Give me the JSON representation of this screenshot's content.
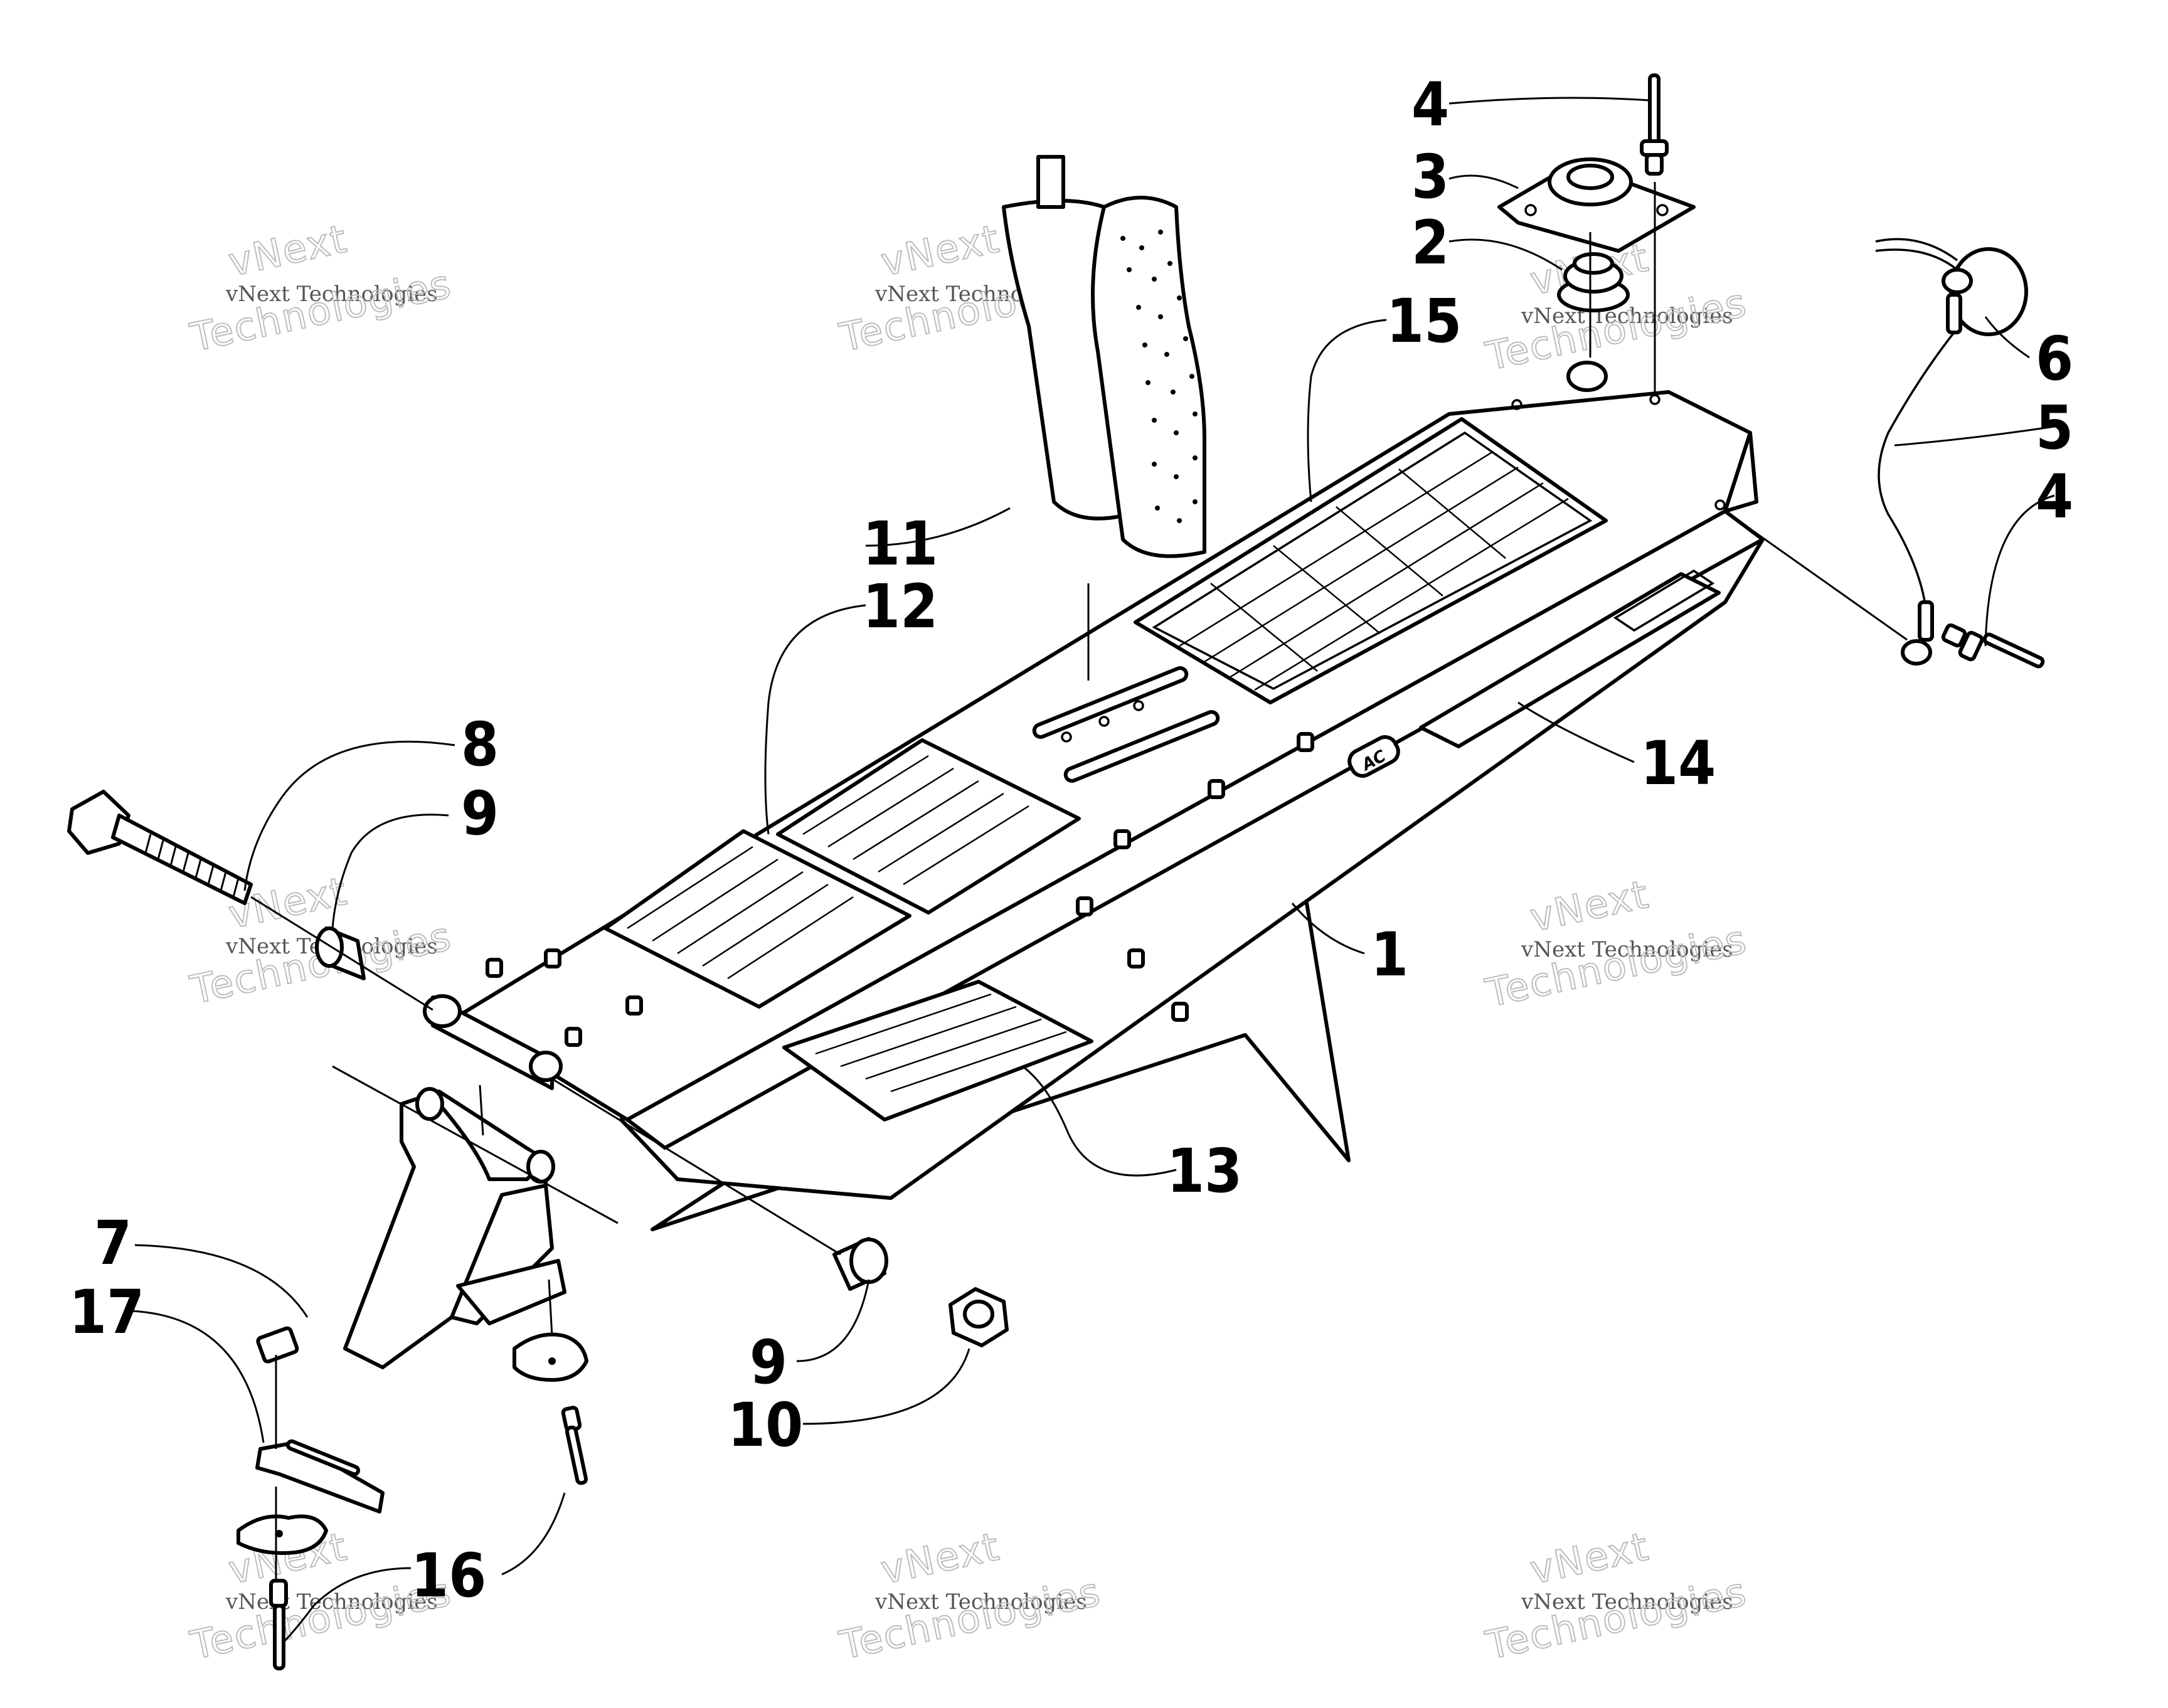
{
  "watermark": {
    "company": "vNext Technologies",
    "line1": "vNext",
    "line2": "Technologies"
  },
  "callouts": [
    "1",
    "2",
    "3",
    "4",
    "4",
    "5",
    "6",
    "7",
    "8",
    "9",
    "9",
    "10",
    "11",
    "12",
    "13",
    "14",
    "15",
    "16",
    "17"
  ],
  "colors": {
    "ink": "#000000",
    "watermark": "#bdbdbd",
    "paper": "#ffffff"
  }
}
